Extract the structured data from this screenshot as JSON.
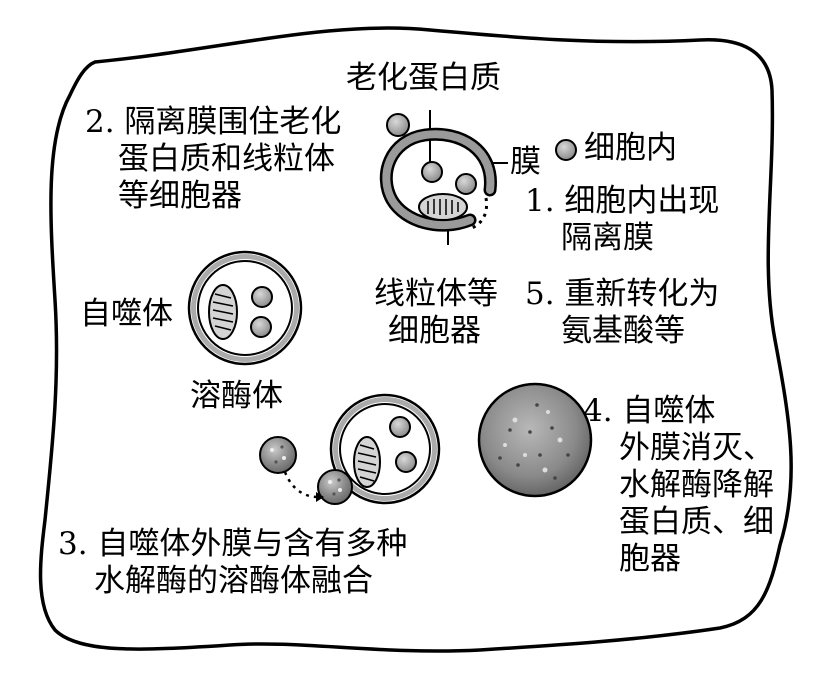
{
  "labels": {
    "aging_protein": "老化蛋白质",
    "step2": [
      "2. 隔离膜围住老化",
      "蛋白质和线粒体",
      "等细胞器"
    ],
    "membrane": "膜",
    "intracellular": "细胞内",
    "step1": [
      "1. 细胞内出现",
      "隔离膜"
    ],
    "autophagosome": "自噬体",
    "mitochondria": [
      "线粒体等",
      "细胞器"
    ],
    "step5": [
      "5. 重新转化为",
      "氨基酸等"
    ],
    "lysosome": "溶酶体",
    "step4": [
      "4. 自噬体",
      "外膜消灭、",
      "水解酶降解",
      "蛋白质、细",
      "胞器"
    ],
    "step3": [
      "3. 自噬体外膜与含有多种",
      "水解酶的溶酶体融合"
    ]
  },
  "colors": {
    "outline": "#000000",
    "membrane_gray": "#9a9a9a",
    "vesicle_gray": "#a8a8a8",
    "mito_fill": "#d4d4d4",
    "lysosome_fill": "#8f8f8f"
  }
}
